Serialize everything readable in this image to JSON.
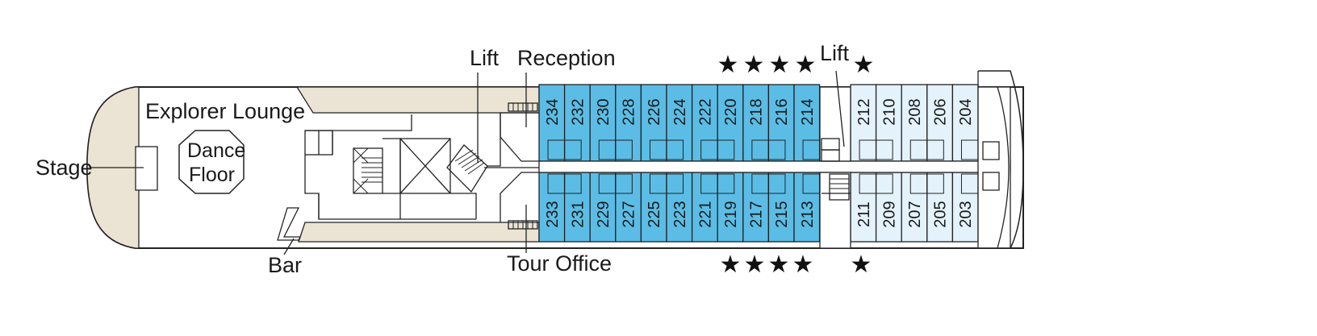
{
  "labels": {
    "explorer_lounge": "Explorer Lounge",
    "dance": "Dance",
    "floor": "Floor",
    "stage": "Stage",
    "bar": "Bar",
    "lift_mid": "Lift",
    "reception": "Reception",
    "tour_office": "Tour Office",
    "lift_fwd": "Lift"
  },
  "cabins": {
    "upper_blue": [
      "234",
      "232",
      "230",
      "228",
      "226",
      "224",
      "222",
      "220",
      "218",
      "216",
      "214"
    ],
    "lower_blue": [
      "233",
      "231",
      "229",
      "227",
      "225",
      "223",
      "221",
      "219",
      "217",
      "215",
      "213"
    ],
    "upper_light": [
      "212",
      "210",
      "208",
      "206",
      "204"
    ],
    "lower_light": [
      "211",
      "209",
      "207",
      "205",
      "203"
    ]
  },
  "stars": {
    "glyph": "★",
    "top_group_count": 4,
    "bottom_group_count": 4,
    "top_single_count": 1,
    "bottom_single_count": 1
  },
  "colors": {
    "blue_cabin": "#5bbde6",
    "light_cabin": "#e4f2fb",
    "beige_area": "#ebe4d5",
    "outline": "#222222"
  }
}
